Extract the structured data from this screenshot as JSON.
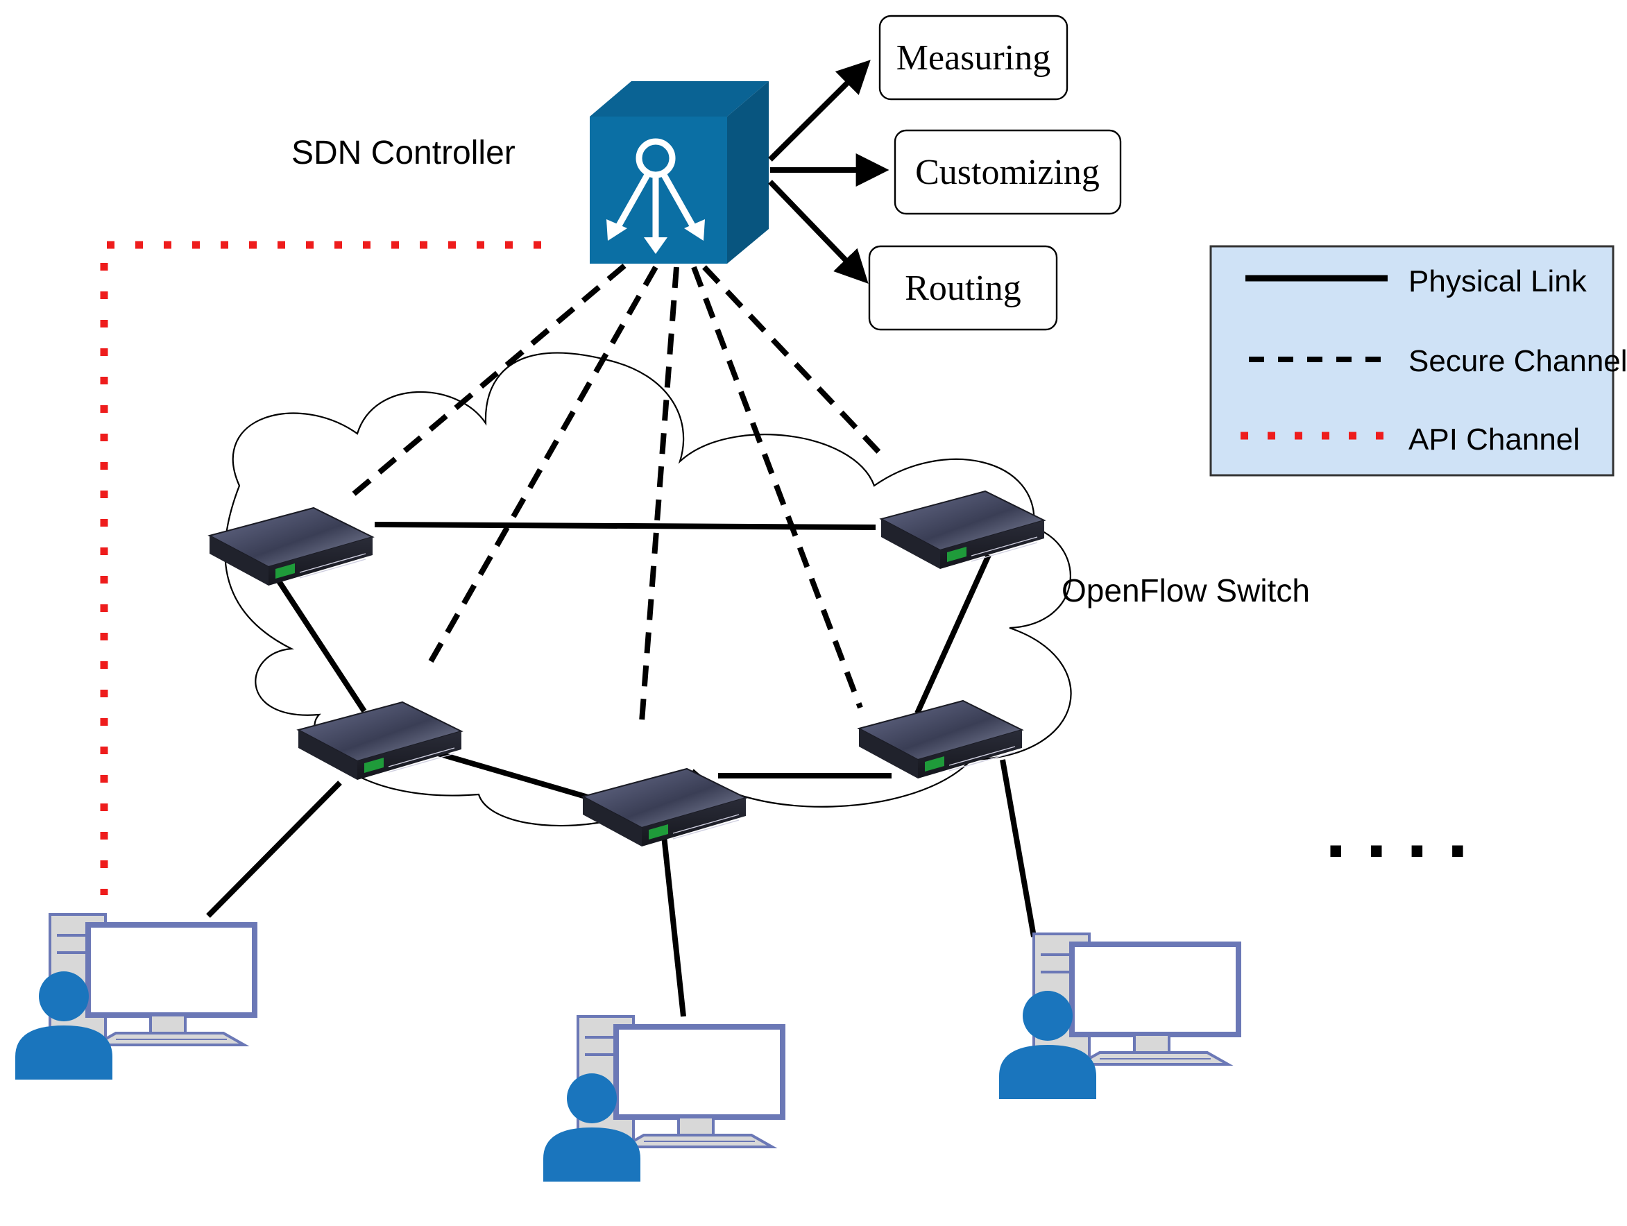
{
  "controller": {
    "label": "SDN Controller",
    "icon": "sdn-controller-cube-icon",
    "color_front": "#0b6fa4",
    "color_top": "#0a6394",
    "color_side": "#08557f"
  },
  "functions": [
    {
      "label": "Measuring"
    },
    {
      "label": "Customizing"
    },
    {
      "label": "Routing"
    }
  ],
  "network": {
    "cloud_label": "OpenFlow Switch",
    "switch_icon": "network-switch-icon",
    "host_icon": "desktop-computer-user-icon",
    "more_indicator": "...."
  },
  "legend": {
    "background": "#cfe2f6",
    "items": [
      {
        "label": "Physical Link",
        "style": "solid",
        "color": "#000000"
      },
      {
        "label": "Secure Channel",
        "style": "dashed",
        "color": "#000000"
      },
      {
        "label": "API Channel",
        "style": "dotted",
        "color": "#ee1c1c"
      }
    ]
  },
  "colors": {
    "user": "#1a75bd",
    "computer_outline": "#6b78b6",
    "computer_fill": "#d8d8d8"
  }
}
